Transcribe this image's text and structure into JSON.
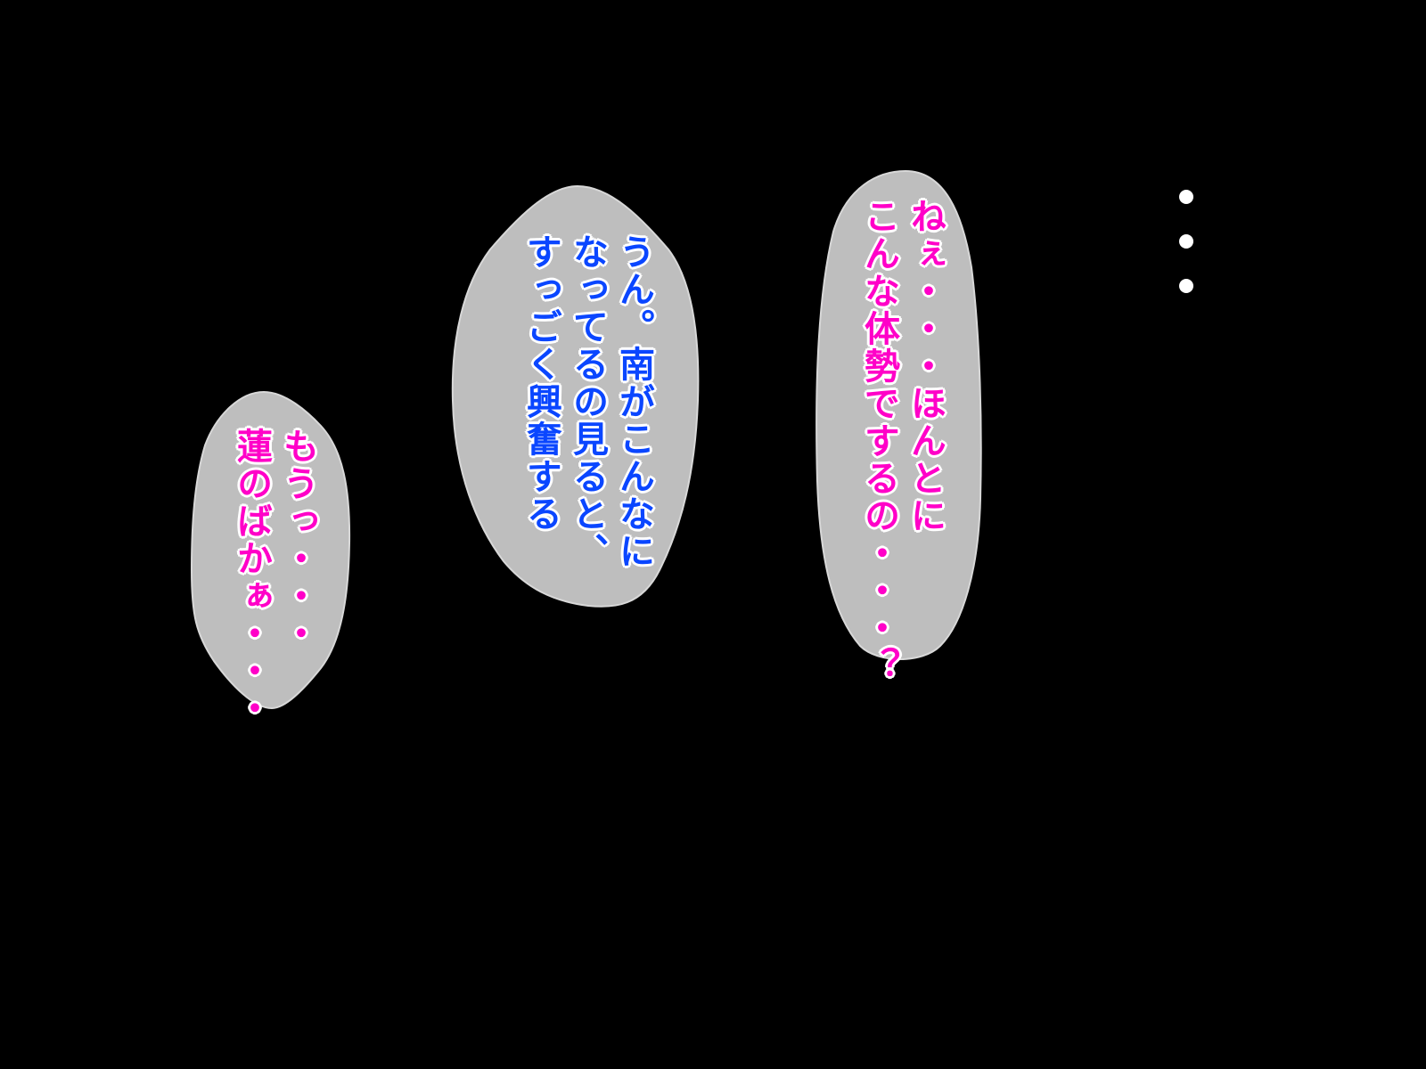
{
  "colors": {
    "bubble": "#bebebe",
    "pink_text": "#ff00c8",
    "blue_text": "#0a46ff",
    "background": "#000000"
  },
  "bubbles": [
    {
      "speaker_color": "pink",
      "lines": [
        "ねぇ・・・ほんとに",
        "こんな体勢でするの・・・？"
      ]
    },
    {
      "speaker_color": "blue",
      "lines": [
        "うん。南がこんなに",
        "なってるの見ると、",
        "すっごく興奮する"
      ]
    },
    {
      "speaker_color": "pink",
      "lines": [
        "もうっ・・・",
        "蓮のばかぁ・・・"
      ]
    }
  ],
  "ellipsis_dots": "・・・"
}
